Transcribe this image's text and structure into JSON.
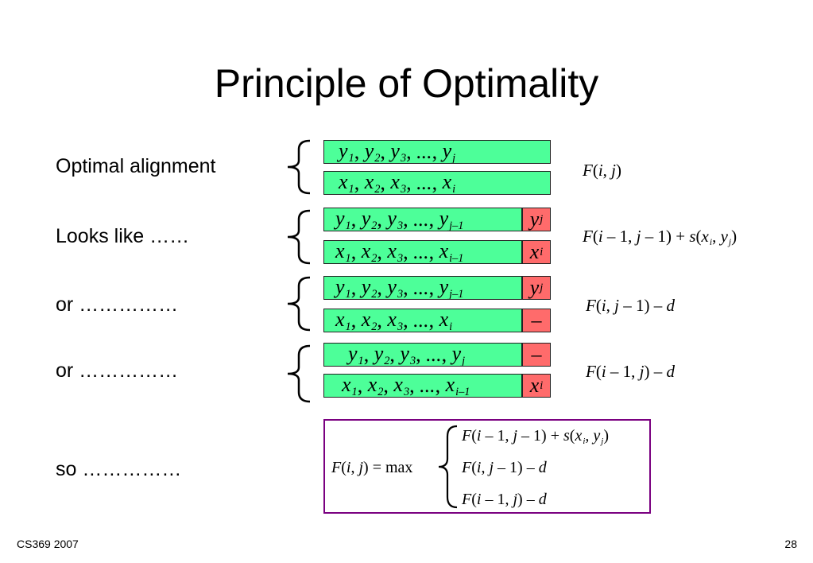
{
  "slide": {
    "title": "Principle of Optimality",
    "footer_left": "CS369 2007",
    "page_number": "28"
  },
  "rows": [
    {
      "label": "Optimal alignment",
      "top": {
        "pairs": [
          [
            "y",
            "1"
          ],
          [
            "y",
            "2"
          ],
          [
            "y",
            "3"
          ],
          [
            "...",
            ""
          ],
          [
            "y",
            "j"
          ]
        ],
        "square": null
      },
      "bottom": {
        "pairs": [
          [
            "x",
            "1"
          ],
          [
            "x",
            "2"
          ],
          [
            "x",
            "3"
          ],
          [
            "...",
            ""
          ],
          [
            "x",
            "i"
          ]
        ],
        "square": null
      },
      "formula": "F(i, j)"
    },
    {
      "label": "Looks like ……",
      "top": {
        "pairs": [
          [
            "y",
            "1"
          ],
          [
            "y",
            "2"
          ],
          [
            "y",
            "3"
          ],
          [
            "...",
            ""
          ],
          [
            "y",
            "j–1"
          ]
        ],
        "square": [
          "y",
          "j"
        ]
      },
      "bottom": {
        "pairs": [
          [
            "x",
            "1"
          ],
          [
            "x",
            "2"
          ],
          [
            "x",
            "3"
          ],
          [
            "...",
            ""
          ],
          [
            "x",
            "i–1"
          ]
        ],
        "square": [
          "x",
          "i"
        ]
      },
      "formula": "F(i – 1, j – 1) + s(xi, yj)"
    },
    {
      "label": "or ……………",
      "top": {
        "pairs": [
          [
            "y",
            "1"
          ],
          [
            "y",
            "2"
          ],
          [
            "y",
            "3"
          ],
          [
            "...",
            ""
          ],
          [
            "y",
            "j–1"
          ]
        ],
        "square": [
          "y",
          "j"
        ]
      },
      "bottom": {
        "pairs": [
          [
            "x",
            "1"
          ],
          [
            "x",
            "2"
          ],
          [
            "x",
            "3"
          ],
          [
            "...",
            ""
          ],
          [
            "x",
            "i"
          ]
        ],
        "square": [
          "–",
          ""
        ]
      },
      "formula": "F(i, j – 1) – d"
    },
    {
      "label": "or ……………",
      "top": {
        "pairs": [
          [
            "y",
            "1"
          ],
          [
            "y",
            "2"
          ],
          [
            "y",
            "3"
          ],
          [
            "...",
            ""
          ],
          [
            "y",
            "j"
          ]
        ],
        "square": [
          "–",
          ""
        ]
      },
      "bottom": {
        "pairs": [
          [
            "x",
            "1"
          ],
          [
            "x",
            "2"
          ],
          [
            "x",
            "3"
          ],
          [
            "...",
            ""
          ],
          [
            "x",
            "i–1"
          ]
        ],
        "square": [
          "x",
          "i"
        ]
      },
      "formula": "F(i – 1, j) – d"
    }
  ],
  "so_label": "so ……………",
  "recurrence": {
    "lhs": "F(i, j) = max",
    "cases": [
      "F(i – 1, j – 1) + s(xi, yj)",
      "F(i, j – 1) – d",
      "F(i – 1, j) – d"
    ]
  },
  "colors": {
    "sequence_box": "#4dff99",
    "highlight_box": "#ff6b6b",
    "recurrence_border": "#7a0080"
  }
}
